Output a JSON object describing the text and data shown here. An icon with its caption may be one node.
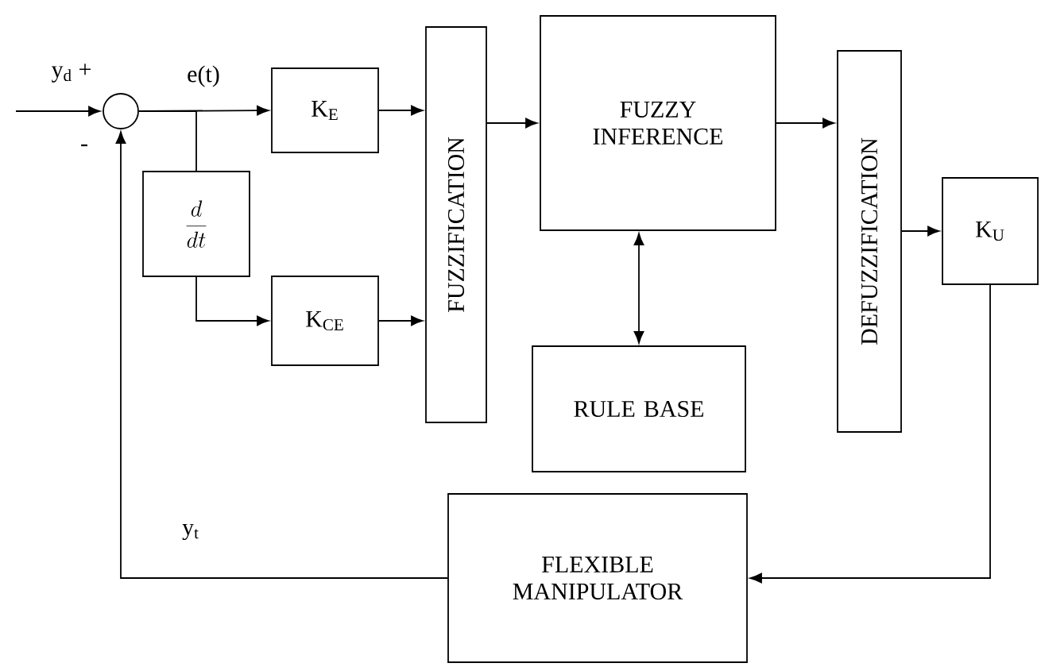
{
  "diagram": {
    "nodes": [
      {
        "text": [],
        "shape": "circle"
      },
      {
        "text": [
          "K$_{E}$"
        ]
      },
      {
        "text": [
          "\\frac{d}{dt}"
        ]
      },
      {
        "text": [
          "K$_{CE}$"
        ]
      },
      {
        "text": [
          "FUZZIFICATION"
        ]
      },
      {
        "text": [
          "FUZZY INFERENCE"
        ]
      },
      {
        "text": [
          "RULE BASE"
        ]
      },
      {
        "text": [
          "DEFUZZIFICATION"
        ]
      },
      {
        "text": [
          "K$_{U}$"
        ]
      },
      {
        "text": [
          "FLEXIBLE MANIPULATOR"
        ]
      }
    ],
    "edges": [
      {
        "from": null,
        "to": 0,
        "arrow": "to"
      },
      {
        "from": 0,
        "to": 1,
        "arrow": "to",
        "label": "e(t)"
      },
      {
        "from": 0,
        "to": 2,
        "arrow": "none"
      },
      {
        "from": 2,
        "to": 3,
        "arrow": "to"
      },
      {
        "from": 1,
        "to": 4,
        "arrow": "to"
      },
      {
        "from": 3,
        "to": 4,
        "arrow": "to"
      },
      {
        "from": 4,
        "to": 5,
        "arrow": "to"
      },
      {
        "from": 5,
        "to": 6,
        "arrow": "both"
      },
      {
        "from": 5,
        "to": 7,
        "arrow": "to"
      },
      {
        "from": 7,
        "to": 8,
        "arrow": "to"
      },
      {
        "from": 8,
        "to": 9,
        "arrow": "to"
      },
      {
        "from": 9,
        "to": 0,
        "arrow": "to",
        "label": "y$_{t}$"
      }
    ],
    "labels": [
      "y$_{d}$ +",
      "-"
    ]
  }
}
